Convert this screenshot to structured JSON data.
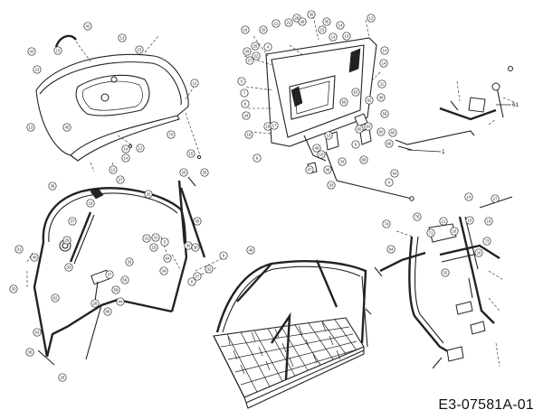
{
  "document_code": "E3-07581A-01",
  "plain_labels": [
    "61",
    "1"
  ],
  "callouts": [
    "42",
    "13",
    "13",
    "13",
    "43",
    "70",
    "12",
    "15",
    "13",
    "45",
    "14",
    "14",
    "27",
    "12",
    "12",
    "15",
    "16",
    "20",
    "21",
    "22",
    "28",
    "29",
    "30",
    "35",
    "15",
    "14",
    "14",
    "13",
    "12",
    "14",
    "14",
    "11",
    "39",
    "25",
    "22",
    "27",
    "4",
    "5",
    "7",
    "6",
    "24",
    "19",
    "18",
    "9",
    "17",
    "36",
    "56",
    "62",
    "63",
    "65",
    "60",
    "63",
    "66",
    "65",
    "64",
    "4",
    "8",
    "10",
    "34",
    "33",
    "47",
    "46",
    "49",
    "13",
    "68",
    "69",
    "38",
    "19",
    "37",
    "29",
    "33",
    "33",
    "20",
    "20",
    "35",
    "35",
    "31",
    "31",
    "15",
    "5",
    "64",
    "30",
    "30",
    "27",
    "34",
    "32",
    "8",
    "6",
    "56",
    "37",
    "59",
    "44",
    "68",
    "28",
    "31",
    "30",
    "33",
    "63",
    "62",
    "36",
    "28",
    "49",
    "64",
    "74",
    "21",
    "16",
    "15",
    "14",
    "27",
    "19",
    "76",
    "71",
    "20",
    "73",
    "32"
  ]
}
